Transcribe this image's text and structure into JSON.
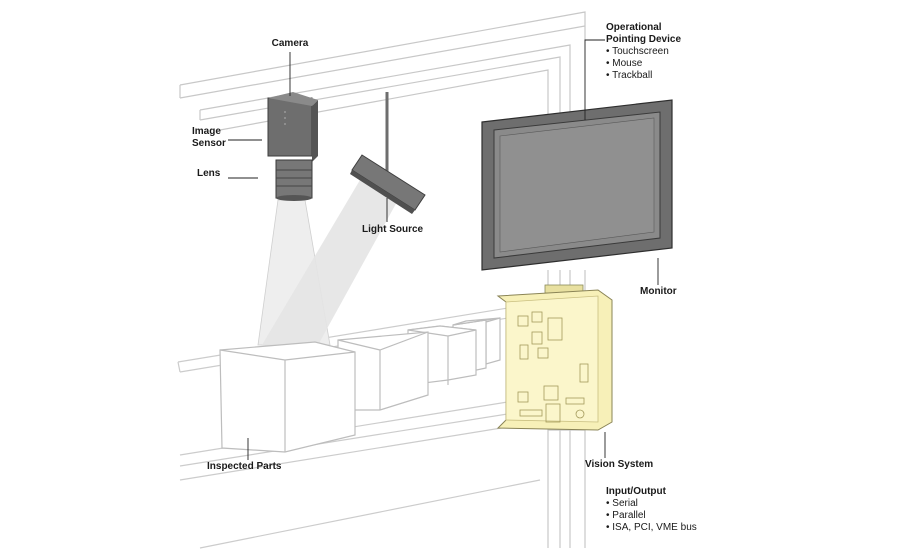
{
  "labels": {
    "camera": "Camera",
    "image_sensor": [
      "Image",
      "Sensor"
    ],
    "lens": "Lens",
    "light_source": "Light Source",
    "inspected_parts": "Inspected Parts",
    "monitor": "Monitor",
    "vision_system": "Vision System",
    "pointing_device": {
      "title": [
        "Operational",
        "Pointing Device"
      ],
      "items": [
        "• Touchscreen",
        "• Mouse",
        "• Trackball"
      ]
    },
    "io": {
      "title": "Input/Output",
      "items": [
        "• Serial",
        "• Parallel",
        "• ISA, PCI, VME bus"
      ]
    }
  },
  "colors": {
    "device_gray": "#6e6e6e",
    "device_dark": "#4a4a4a",
    "screen": "#8a8a8a",
    "board": "#f7f0b8",
    "board_edge": "#d9cf86",
    "frame_line": "#c8c8c8",
    "leader": "#222222"
  }
}
